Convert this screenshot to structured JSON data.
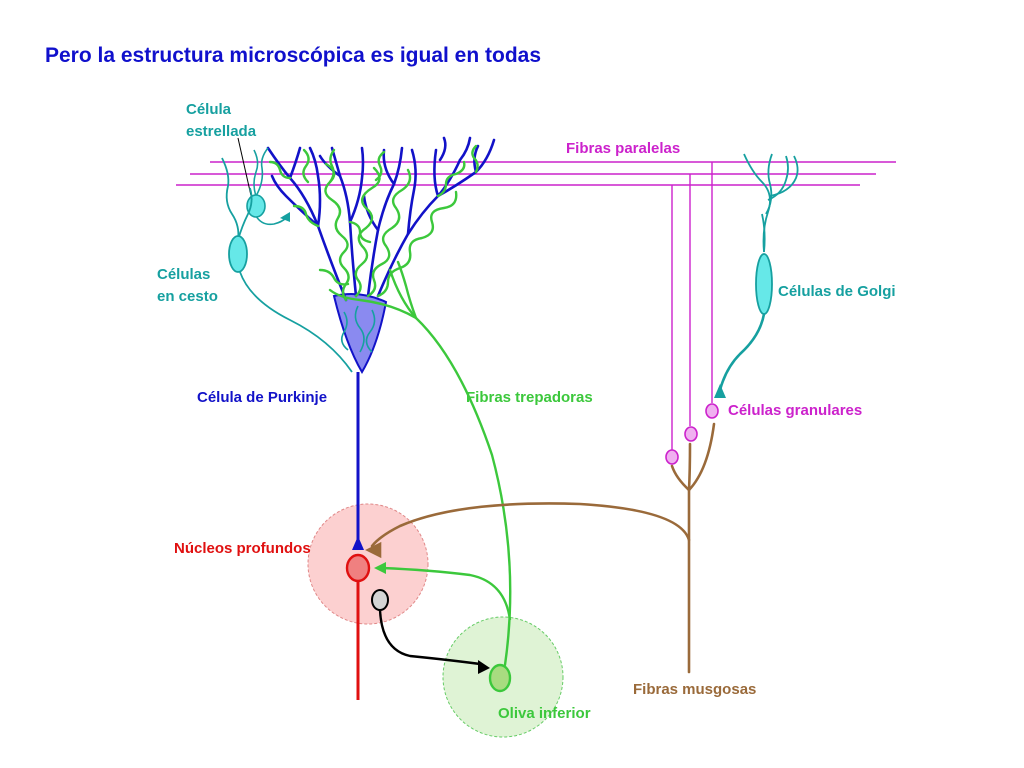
{
  "title": "Pero la estructura microscópica es igual en todas",
  "labels": {
    "stellate_line1": "Célula",
    "stellate_line2": "estrellada",
    "basket_line1": "Células",
    "basket_line2": "en cesto",
    "purkinje": "Célula de Purkinje",
    "parallel": "Fibras paralelas",
    "climbing": "Fibras trepadoras",
    "golgi": "Células de Golgi",
    "granular": "Células granulares",
    "deep_nuclei": "Núcleos profundos",
    "mossy": "Fibras musgosas",
    "olive": "Oliva inferior"
  },
  "colors": {
    "title": "#1010cc",
    "purkinje": "#1212c8",
    "purkinje_soma": "#8a8af0",
    "climbing": "#3cc83c",
    "parallel": "#cc22cc",
    "interneuron": "#16a0a0",
    "interneuron_fill": "#66e8e8",
    "mossy": "#9a6a3a",
    "nuclei": "#e01010",
    "nuclei_zone": "#fcc8c8",
    "olive_zone": "#dcf2d0",
    "olive_cell": "#a8dc80",
    "inhibitory": "#000000"
  }
}
